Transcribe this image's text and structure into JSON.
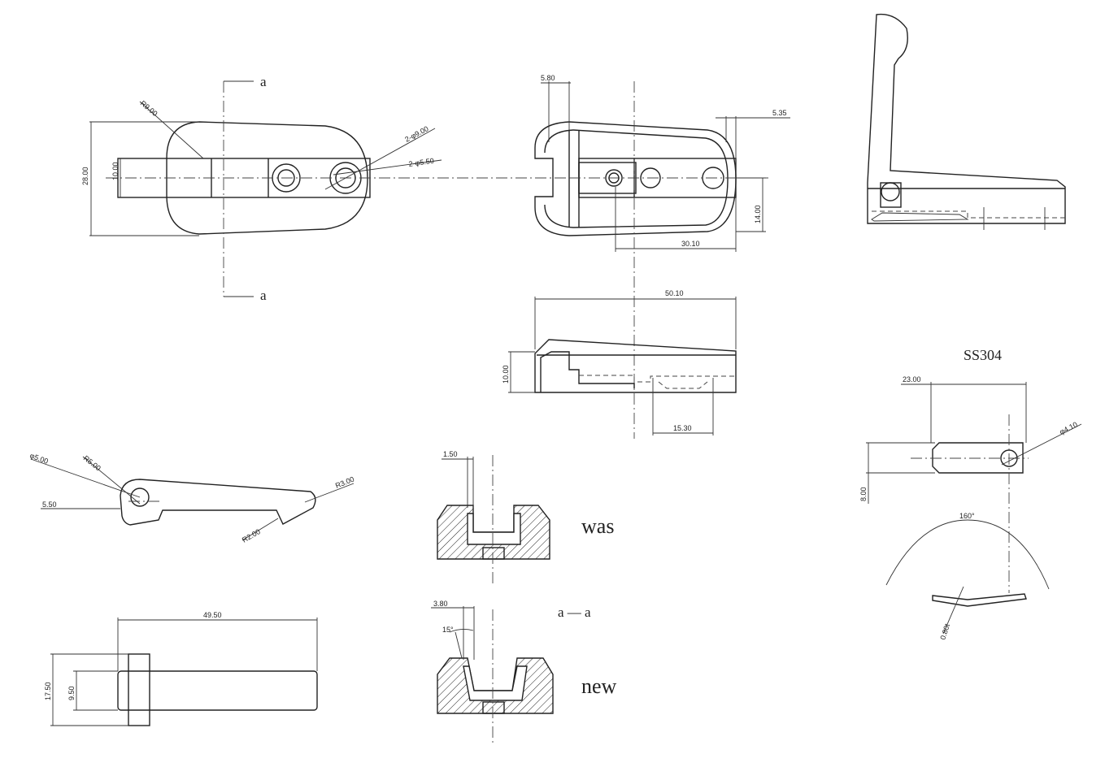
{
  "section_marks": {
    "top": "a",
    "bottom": "a",
    "section_label": "a — a"
  },
  "view1": {
    "r9": "R9.00",
    "phi9": "2-φ9.00",
    "phi55": "2-φ5.50",
    "h28": "28.00",
    "h10": "10.00"
  },
  "view2": {
    "w580": "5.80",
    "w535": "5.35",
    "h14": "14.00",
    "w3010": "30.10"
  },
  "view3": {
    "w5010": "50.10",
    "h10": "10.00",
    "w1530": "15.30"
  },
  "material": "SS304",
  "plate": {
    "w23": "23.00",
    "phi41": "φ4.10",
    "h8": "8.00",
    "angle": "160°",
    "thick": "0.80t"
  },
  "lever": {
    "phi5": "φ5.00",
    "r5": "R5.00",
    "r3": "R3.00",
    "w55": "5.50",
    "r2": "R2.00"
  },
  "bottom_view": {
    "w495": "49.50",
    "h175": "17.50",
    "h95": "9.50"
  },
  "profiles": {
    "was_label": "was",
    "new_label": "new",
    "w150": "1.50",
    "w380": "3.80",
    "ang15": "15°"
  }
}
